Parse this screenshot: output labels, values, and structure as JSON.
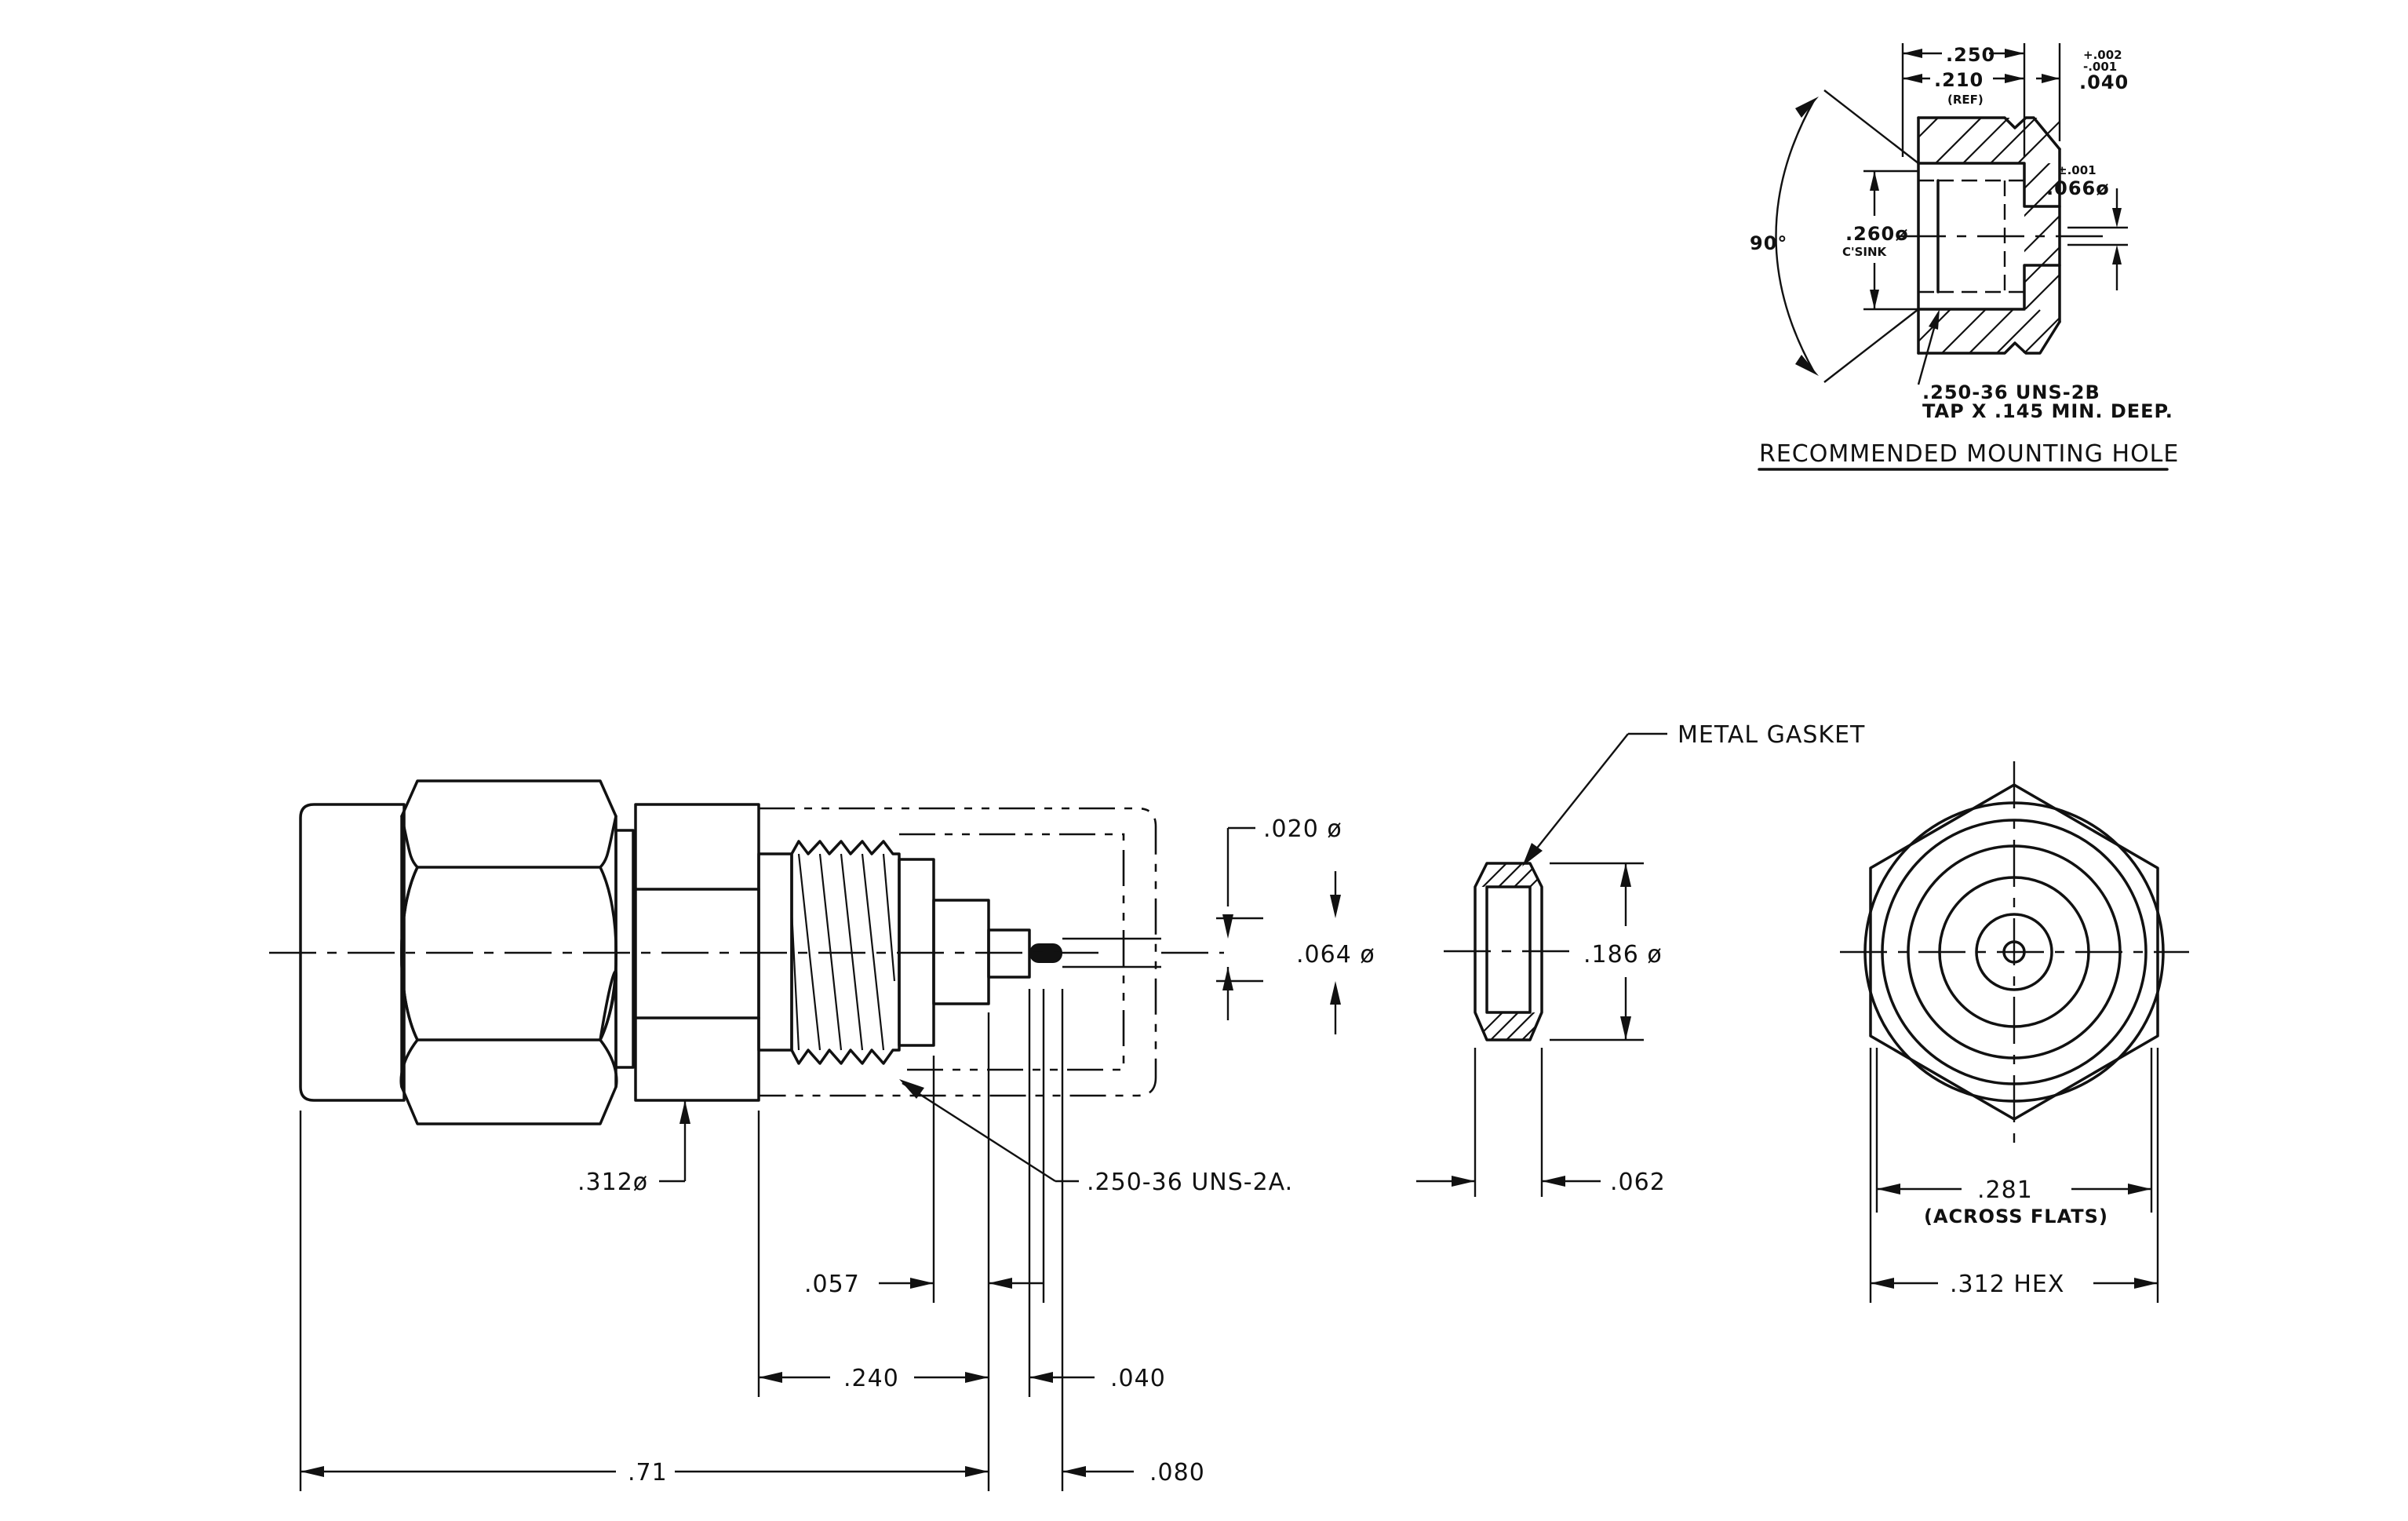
{
  "labels": {
    "metal_gasket": "METAL GASKET",
    "thread_2a": ".250-36  UNS-2A.",
    "body_dia": ".312ø",
    "pin_dia_020": ".020 ø",
    "dia_064": ".064 ø",
    "gasket_dia_186": ".186 ø",
    "gasket_thk_062": ".062",
    "dim_057": ".057",
    "dim_240": ".240",
    "dim_040": ".040",
    "dim_071": ".71",
    "dim_080": ".080",
    "across_flats_val": ".281",
    "across_flats_note": "(ACROSS FLATS)",
    "hex_312": ".312  HEX"
  },
  "mounting_hole": {
    "title": "RECOMMENDED  MOUNTING  HOLE",
    "dim_250": ".250",
    "dim_210": ".210",
    "dim_210_ref": "(REF)",
    "dim_040": ".040",
    "tol_plus": "+.002",
    "tol_minus": "-.001",
    "tol_pm": "±.001",
    "dim_066": ".066ø",
    "dim_260": ".260ø",
    "csink": "C'SINK",
    "angle_90": "90°",
    "tap_line1": ".250-36  UNS-2B",
    "tap_line2": "TAP  X  .145  MIN.  DEEP."
  }
}
